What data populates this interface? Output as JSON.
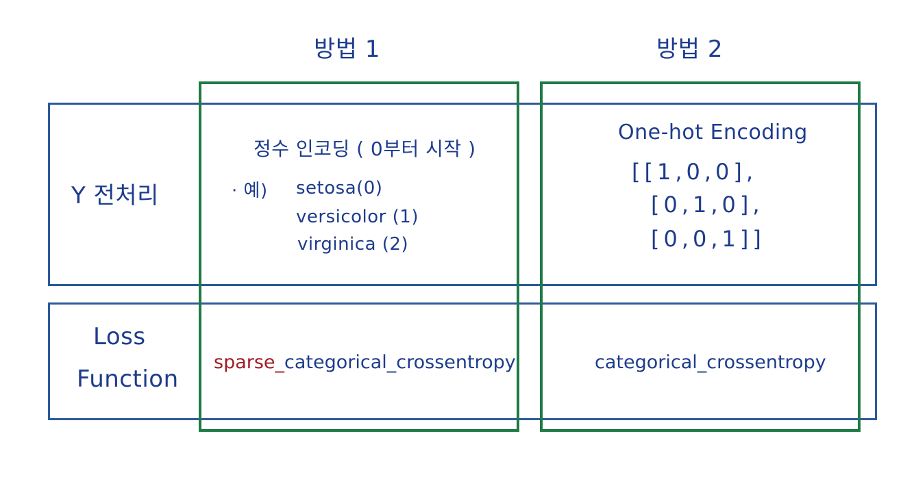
{
  "columns": [
    {
      "header": "방법 1"
    },
    {
      "header": "방법 2"
    }
  ],
  "rows": {
    "y_preprocessing": {
      "label": "Y 전처리"
    },
    "loss_function": {
      "label_line1": "Loss",
      "label_line2": "Function"
    }
  },
  "method1": {
    "title": "정수 인코딩 ( 0부터 시작 )",
    "example_prefix": "· 예)",
    "examples": [
      "setosa(0)",
      "versicolor (1)",
      "virginica (2)"
    ],
    "loss_prefix": "sparse_",
    "loss_rest": "categorical_crossentropy"
  },
  "method2": {
    "title": "One-hot Encoding",
    "matrix_lines": [
      "[[1,0,0],",
      "[0,1,0],",
      "[0,0,1]]"
    ],
    "loss": "categorical_crossentropy"
  },
  "colors": {
    "row_border": "#2c5a9a",
    "column_border": "#1f7a45",
    "text": "#1d3c8c",
    "highlight": "#a11d25"
  }
}
